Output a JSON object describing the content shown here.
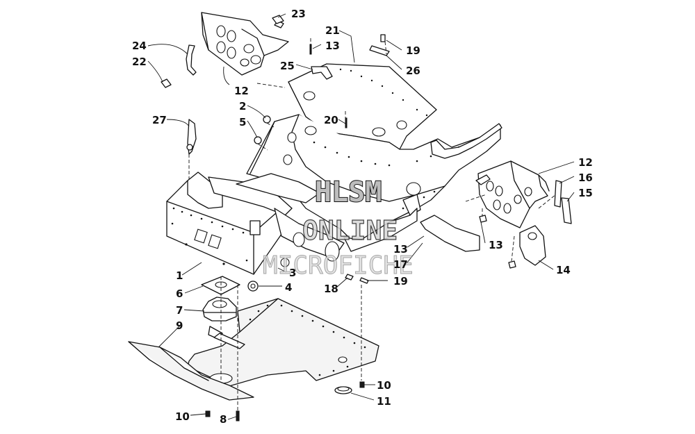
{
  "watermark": {
    "line1": "HLSM",
    "line2": "ONLINE",
    "line3": "MICROFICHE"
  },
  "callouts": [
    {
      "id": "c-23",
      "label": "23"
    },
    {
      "id": "c-24",
      "label": "24"
    },
    {
      "id": "c-22",
      "label": "22"
    },
    {
      "id": "c-12a",
      "label": "12"
    },
    {
      "id": "c-21",
      "label": "21"
    },
    {
      "id": "c-13a",
      "label": "13"
    },
    {
      "id": "c-19a",
      "label": "19"
    },
    {
      "id": "c-25",
      "label": "25"
    },
    {
      "id": "c-26",
      "label": "26"
    },
    {
      "id": "c-2",
      "label": "2"
    },
    {
      "id": "c-5",
      "label": "5"
    },
    {
      "id": "c-20",
      "label": "20"
    },
    {
      "id": "c-27",
      "label": "27"
    },
    {
      "id": "c-12b",
      "label": "12"
    },
    {
      "id": "c-16",
      "label": "16"
    },
    {
      "id": "c-15",
      "label": "15"
    },
    {
      "id": "c-13b",
      "label": "13"
    },
    {
      "id": "c-17",
      "label": "17"
    },
    {
      "id": "c-13c",
      "label": "13"
    },
    {
      "id": "c-14",
      "label": "14"
    },
    {
      "id": "c-1",
      "label": "1"
    },
    {
      "id": "c-3",
      "label": "3"
    },
    {
      "id": "c-4",
      "label": "4"
    },
    {
      "id": "c-6",
      "label": "6"
    },
    {
      "id": "c-18",
      "label": "18"
    },
    {
      "id": "c-19b",
      "label": "19"
    },
    {
      "id": "c-7",
      "label": "7"
    },
    {
      "id": "c-9",
      "label": "9"
    },
    {
      "id": "c-10a",
      "label": "10"
    },
    {
      "id": "c-11",
      "label": "11"
    },
    {
      "id": "c-10b",
      "label": "10"
    },
    {
      "id": "c-8",
      "label": "8"
    }
  ]
}
